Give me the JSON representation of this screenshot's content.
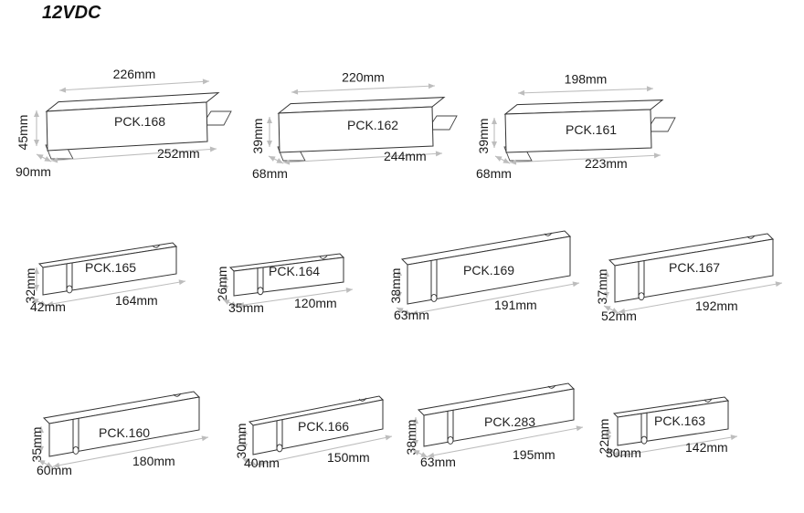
{
  "title": "12VDC",
  "colors": {
    "outline": "#333333",
    "dimension": "#bdbdbd",
    "text": "#1a1a1a"
  },
  "products": [
    {
      "name": "PCK.168",
      "length": "252mm",
      "top_length": "226mm",
      "height": "45mm",
      "depth": "90mm"
    },
    {
      "name": "PCK.162",
      "length": "244mm",
      "top_length": "220mm",
      "height": "39mm",
      "depth": "68mm"
    },
    {
      "name": "PCK.161",
      "length": "223mm",
      "top_length": "198mm",
      "height": "39mm",
      "depth": "68mm"
    },
    {
      "name": "PCK.165",
      "length": "164mm",
      "height": "32mm",
      "depth": "42mm"
    },
    {
      "name": "PCK.164",
      "length": "120mm",
      "height": "26mm",
      "depth": "35mm"
    },
    {
      "name": "PCK.169",
      "length": "191mm",
      "height": "38mm",
      "depth": "63mm"
    },
    {
      "name": "PCK.167",
      "length": "192mm",
      "height": "37mm",
      "depth": "52mm"
    },
    {
      "name": "PCK.160",
      "length": "180mm",
      "height": "35mm",
      "depth": "60mm"
    },
    {
      "name": "PCK.166",
      "length": "150mm",
      "height": "30mm",
      "depth": "40mm"
    },
    {
      "name": "PCK.283",
      "length": "195mm",
      "height": "38mm",
      "depth": "63mm"
    },
    {
      "name": "PCK.163",
      "length": "142mm",
      "height": "22mm",
      "depth": "30mm"
    }
  ]
}
